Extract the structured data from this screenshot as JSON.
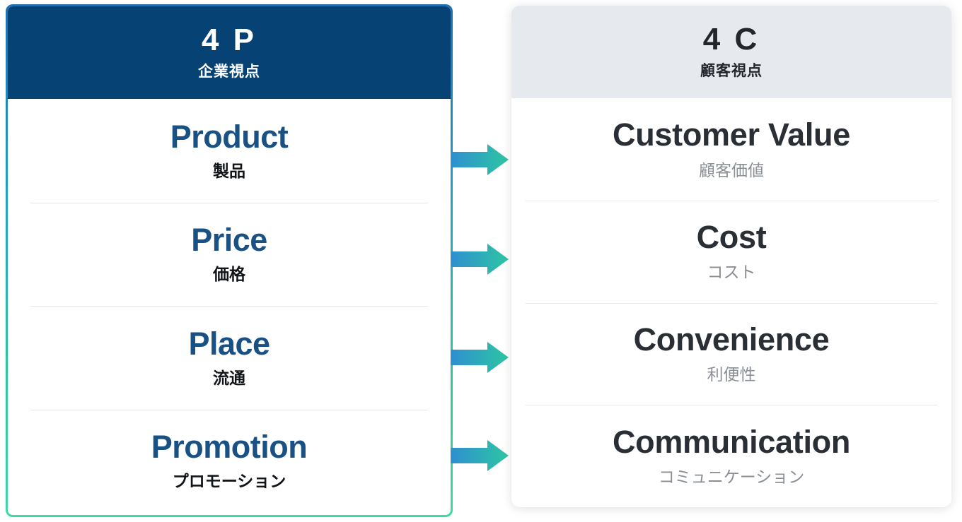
{
  "diagram": {
    "title": "4P to 4C marketing framework mapping",
    "colors": {
      "left_header_bg": "#064273",
      "left_header_text": "#ffffff",
      "left_term_color": "#1a5185",
      "left_border_gradient_start": "#1f6fb2",
      "left_border_gradient_end": "#3fd9a0",
      "right_header_bg": "#e6e9ed",
      "right_header_text": "#23272d",
      "right_term_color": "#2a2e35",
      "right_sub_color": "#8a8f96",
      "arrow_gradient_start": "#2f8fd0",
      "arrow_gradient_end": "#2ec5a3",
      "divider": "#e3e5e8",
      "page_bg": "#ffffff"
    },
    "left_panel": {
      "header": {
        "title": "4 P",
        "subtitle": "企業視点"
      },
      "items": [
        {
          "en": "Product",
          "jp": "製品"
        },
        {
          "en": "Price",
          "jp": "価格"
        },
        {
          "en": "Place",
          "jp": "流通"
        },
        {
          "en": "Promotion",
          "jp": "プロモーション"
        }
      ]
    },
    "right_panel": {
      "header": {
        "title": "4 C",
        "subtitle": "顧客視点"
      },
      "items": [
        {
          "en": "Customer Value",
          "jp": "顧客価値"
        },
        {
          "en": "Cost",
          "jp": "コスト"
        },
        {
          "en": "Convenience",
          "jp": "利便性"
        },
        {
          "en": "Communication",
          "jp": "コミュニケーション"
        }
      ]
    },
    "arrows": [
      {
        "name": "arrow-product-to-customer-value"
      },
      {
        "name": "arrow-price-to-cost"
      },
      {
        "name": "arrow-place-to-convenience"
      },
      {
        "name": "arrow-promotion-to-communication"
      }
    ]
  }
}
